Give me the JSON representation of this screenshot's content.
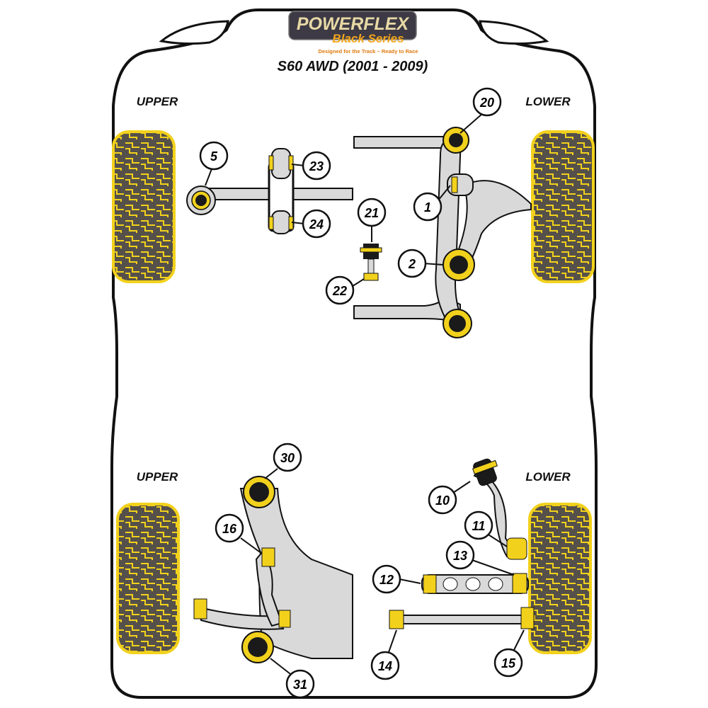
{
  "logo": {
    "brand": "POWERFLEX",
    "series": "Black Series",
    "tagline": "Designed for the Track ~ Ready to Race"
  },
  "title": "S60 AWD (2001 - 2009)",
  "sections": {
    "front_upper": "UPPER",
    "front_lower": "LOWER",
    "rear_upper": "UPPER",
    "rear_lower": "LOWER"
  },
  "callouts": [
    {
      "id": "c20",
      "label": "20"
    },
    {
      "id": "c5",
      "label": "5"
    },
    {
      "id": "c23",
      "label": "23"
    },
    {
      "id": "c24",
      "label": "24"
    },
    {
      "id": "c21",
      "label": "21"
    },
    {
      "id": "c22",
      "label": "22"
    },
    {
      "id": "c1",
      "label": "1"
    },
    {
      "id": "c2",
      "label": "2"
    },
    {
      "id": "c30",
      "label": "30"
    },
    {
      "id": "c16",
      "label": "16"
    },
    {
      "id": "c31",
      "label": "31"
    },
    {
      "id": "c10",
      "label": "10"
    },
    {
      "id": "c11",
      "label": "11"
    },
    {
      "id": "c13",
      "label": "13"
    },
    {
      "id": "c12",
      "label": "12"
    },
    {
      "id": "c14",
      "label": "14"
    },
    {
      "id": "c15",
      "label": "15"
    }
  ],
  "colors": {
    "bushing_yellow": "#f2d11c",
    "bushing_black": "#1a1a1a",
    "arm_grey": "#d9d9d9",
    "tyre_tread": "#55504a",
    "outline": "#111111"
  }
}
